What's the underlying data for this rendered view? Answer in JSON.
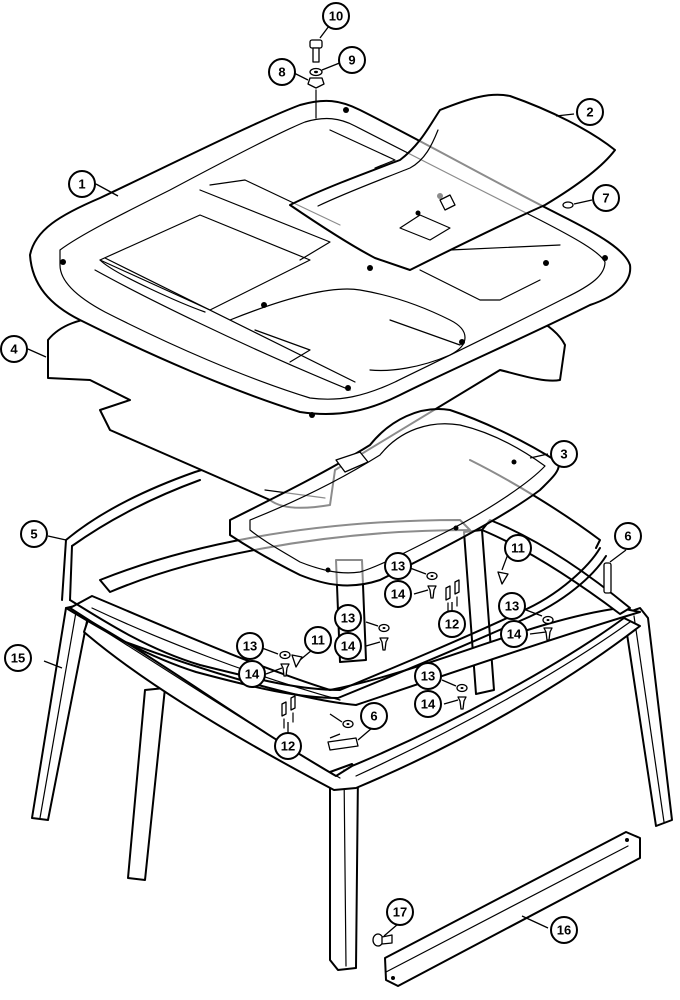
{
  "diagram": {
    "callouts": [
      {
        "id": "c10",
        "label": "10"
      },
      {
        "id": "c8",
        "label": "8"
      },
      {
        "id": "c9",
        "label": "9"
      },
      {
        "id": "c2",
        "label": "2"
      },
      {
        "id": "c1",
        "label": "1"
      },
      {
        "id": "c7",
        "label": "7"
      },
      {
        "id": "c4",
        "label": "4"
      },
      {
        "id": "c3",
        "label": "3"
      },
      {
        "id": "c5",
        "label": "5"
      },
      {
        "id": "c6a",
        "label": "6"
      },
      {
        "id": "c11a",
        "label": "11"
      },
      {
        "id": "c13a",
        "label": "13"
      },
      {
        "id": "c14a",
        "label": "14"
      },
      {
        "id": "c12a",
        "label": "12"
      },
      {
        "id": "c13b",
        "label": "13"
      },
      {
        "id": "c14b",
        "label": "14"
      },
      {
        "id": "c15",
        "label": "15"
      },
      {
        "id": "c13c",
        "label": "13"
      },
      {
        "id": "c14c",
        "label": "14"
      },
      {
        "id": "c11b",
        "label": "11"
      },
      {
        "id": "c13d",
        "label": "13"
      },
      {
        "id": "c14d",
        "label": "14"
      },
      {
        "id": "c13e",
        "label": "13"
      },
      {
        "id": "c14e",
        "label": "14"
      },
      {
        "id": "c6b",
        "label": "6"
      },
      {
        "id": "c12b",
        "label": "12"
      },
      {
        "id": "c17",
        "label": "17"
      },
      {
        "id": "c16",
        "label": "16"
      }
    ]
  }
}
